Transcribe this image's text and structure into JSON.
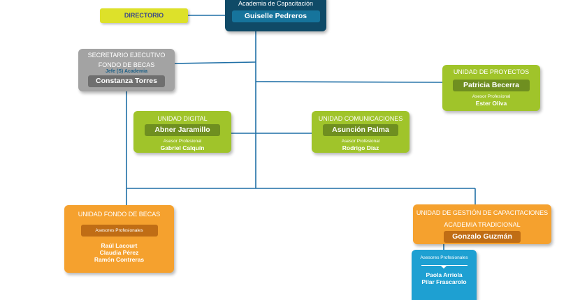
{
  "directorio": "DIRECTORIO",
  "top": {
    "head": "Academia de Capacitación",
    "name": "Guiselle Pedreros"
  },
  "secretario": {
    "head1": "SECRETARIO EJECUTIVO",
    "head2": "FONDO DE BECAS",
    "tag": "Jefe (S) Academia",
    "name": "Constanza Torres"
  },
  "proyectos": {
    "head": "UNIDAD DE PROYECTOS",
    "name": "Patricia Becerra",
    "sub": "Asesor Profesional",
    "subname": "Ester Oliva"
  },
  "digital": {
    "head": "UNIDAD DIGITAL",
    "name": "Abner Jaramillo",
    "sub": "Asesor Profesional",
    "subname": "Gabriel Calquín"
  },
  "comunicaciones": {
    "head": "UNIDAD COMUNICACIONES",
    "name": "Asunción Palma",
    "sub": "Asesor Profesional",
    "subname": "Rodrigo Díaz"
  },
  "becas": {
    "head": "UNIDAD FONDO DE BECAS",
    "pill": "Asesores Profesionales",
    "names": [
      "Raúl Lacourt",
      "Claudia Pérez",
      "Ramón Contreras"
    ]
  },
  "gestion": {
    "head1": "UNIDAD DE GESTIÓN DE CAPACITACIONES",
    "head2": "ACADEMIA TRADICIONAL",
    "name": "Gonzalo Guzmán"
  },
  "asesores": {
    "head": "Asesores Profesionales",
    "names": [
      "Paola Arriola",
      "Pilar Frascarolo"
    ]
  },
  "colors": {
    "line": "#1f6fa6",
    "navy": "#0f4a67",
    "green": "#a0c42a",
    "orange": "#f5a12e",
    "gray": "#a3a3a3",
    "yellow": "#dde12a",
    "blue": "#1ea0d2"
  }
}
